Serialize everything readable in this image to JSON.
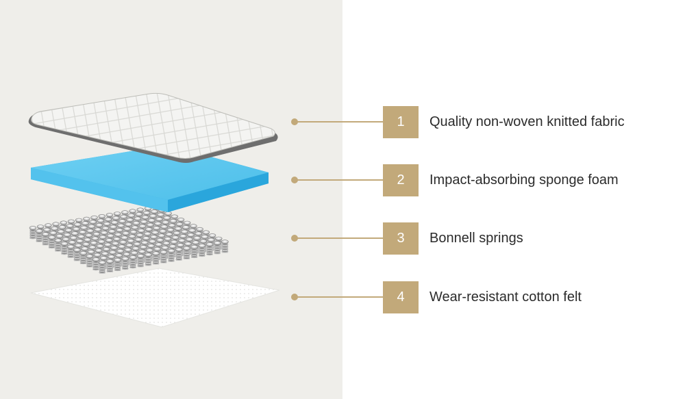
{
  "colors": {
    "panel_background": "#efeeea",
    "accent": "#c2a97a",
    "foam": "#5cc7ef",
    "label_text": "#2b2b2b"
  },
  "layers": [
    {
      "number": "1",
      "label": "Quality non-woven knitted fabric",
      "icon": "knitted-fabric-layer"
    },
    {
      "number": "2",
      "label": "Impact-absorbing sponge foam",
      "icon": "sponge-foam-layer"
    },
    {
      "number": "3",
      "label": "Bonnell springs",
      "icon": "bonnell-springs-layer"
    },
    {
      "number": "4",
      "label": "Wear-resistant cotton felt",
      "icon": "cotton-felt-layer"
    }
  ]
}
